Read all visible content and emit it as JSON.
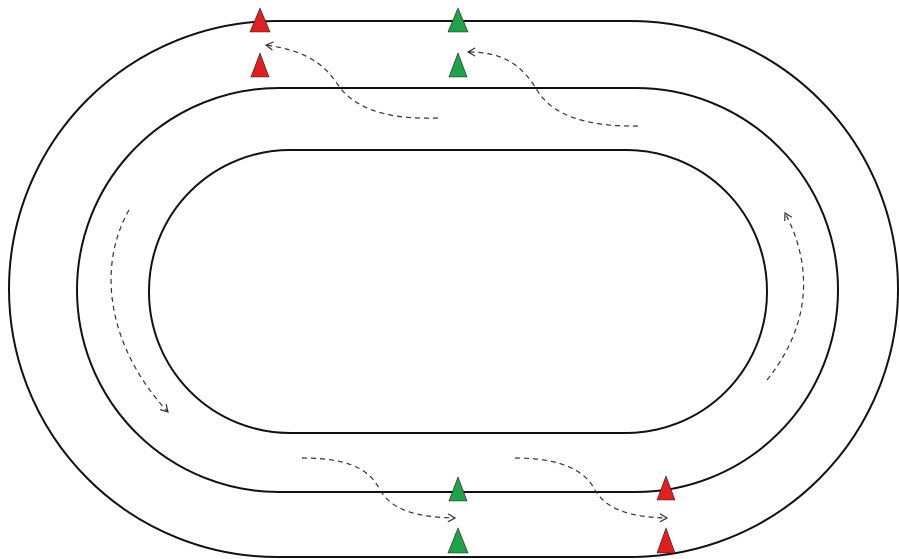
{
  "diagram": {
    "type": "oval-track-with-lanes",
    "lanes": [
      {
        "name": "outer-boundary"
      },
      {
        "name": "middle-boundary"
      },
      {
        "name": "inner-boundary"
      }
    ],
    "cones": [
      {
        "name": "cone-top-red-outer",
        "color": "#e02020"
      },
      {
        "name": "cone-top-red-inner",
        "color": "#e02020"
      },
      {
        "name": "cone-top-green-outer",
        "color": "#1fa34a"
      },
      {
        "name": "cone-top-green-inner",
        "color": "#1fa34a"
      },
      {
        "name": "cone-bottom-green-upper",
        "color": "#1fa34a"
      },
      {
        "name": "cone-bottom-green-lower",
        "color": "#1fa34a"
      },
      {
        "name": "cone-bottom-red-upper",
        "color": "#e02020"
      },
      {
        "name": "cone-bottom-red-lower",
        "color": "#e02020"
      }
    ],
    "arrows": [
      {
        "name": "arrow-top-left-lane-change"
      },
      {
        "name": "arrow-top-right-lane-change"
      },
      {
        "name": "arrow-left-straight"
      },
      {
        "name": "arrow-right-straight"
      },
      {
        "name": "arrow-bottom-left-lane-change"
      },
      {
        "name": "arrow-bottom-right-lane-change"
      }
    ],
    "colors": {
      "track_line": "#111111",
      "arrow_line": "#333333",
      "background": "#ffffff"
    }
  }
}
